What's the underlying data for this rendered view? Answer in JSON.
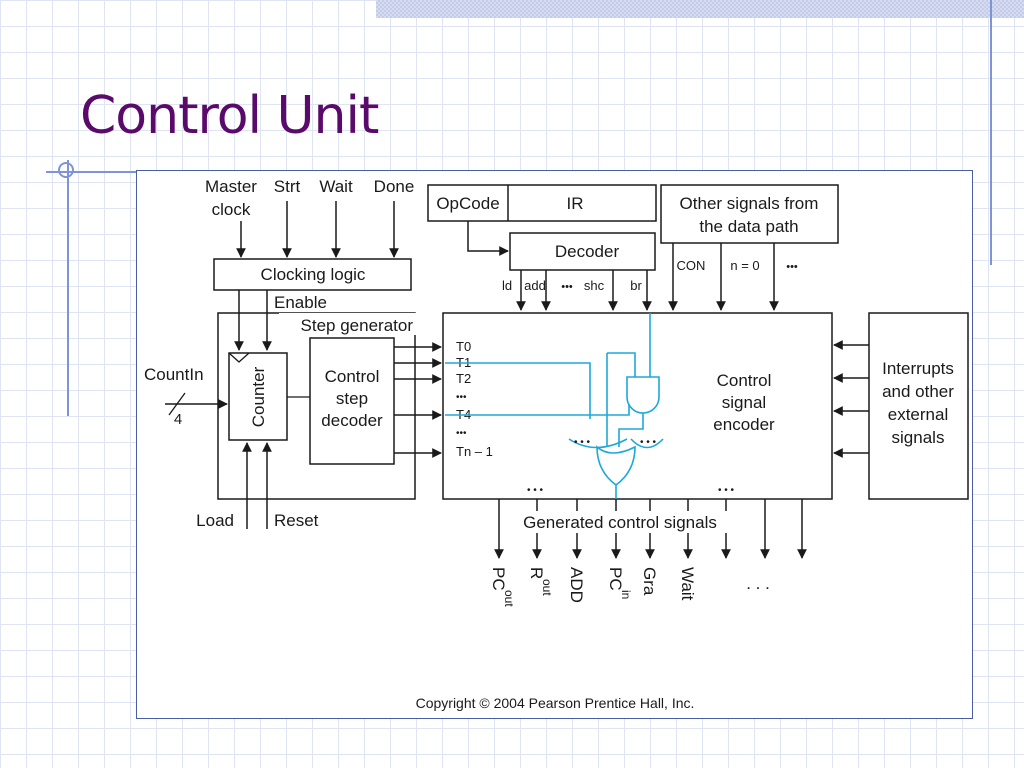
{
  "slide": {
    "title": "Control Unit"
  },
  "diagram": {
    "inputs_top": {
      "master_clock_line1": "Master",
      "master_clock_line2": "clock",
      "strt": "Strt",
      "wait": "Wait",
      "done": "Done"
    },
    "clocking_logic": "Clocking logic",
    "enable": "Enable",
    "step_generator": "Step generator",
    "countin": "CountIn",
    "bus_width": "4",
    "counter": "Counter",
    "control_step_decoder": [
      "Control",
      "step",
      "decoder"
    ],
    "load": "Load",
    "reset": "Reset",
    "opcode": "OpCode",
    "ir": "IR",
    "decoder": "Decoder",
    "other_signals": [
      "Other signals from",
      "the data path"
    ],
    "decoder_outputs": {
      "ld": "ld",
      "add": "add",
      "dots": "•••",
      "shc": "shc",
      "br": "br"
    },
    "datapath_signals": {
      "con": "CON",
      "n_zero": "n = 0",
      "dots": "•••"
    },
    "timing_signals": {
      "t0": "T0",
      "t1": "T1",
      "t2": "T2",
      "dots1": "•••",
      "t4": "T4",
      "dots2": "•••",
      "tn": "Tn – 1"
    },
    "encoder": [
      "Control",
      "signal",
      "encoder"
    ],
    "interrupts": [
      "Interrupts",
      "and other",
      "external",
      "signals"
    ],
    "generated_label": "Generated control signals",
    "output_signals": {
      "pc_out": "PC",
      "pc_out_sub": "out",
      "r_out": "R",
      "r_out_sub": "out",
      "add": "ADD",
      "pc_in": "PC",
      "pc_in_sub": "in",
      "gra": "Gra",
      "wait": "Wait",
      "more": ". . ."
    },
    "inner_dots": "• • •",
    "copyright": "Copyright © 2004 Pearson Prentice Hall, Inc."
  },
  "colors": {
    "title": "#5a0a6b",
    "accent_blue": "#1ea8d8",
    "frame": "#4a5fa3",
    "grid": "#dfe4f2"
  }
}
